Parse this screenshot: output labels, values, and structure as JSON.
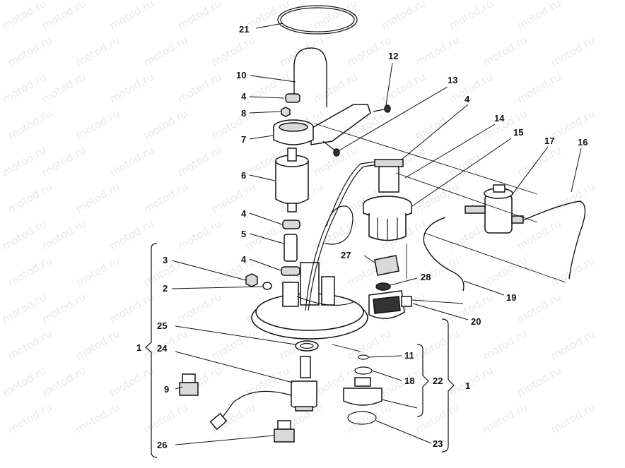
{
  "watermark": "motod.ru",
  "callouts": {
    "c1": "1",
    "c2": "2",
    "c3": "3",
    "c4": "4",
    "c5": "5",
    "c6": "6",
    "c7": "7",
    "c8": "8",
    "c9": "9",
    "c10": "10",
    "c11": "11",
    "c12": "12",
    "c13": "13",
    "c14": "14",
    "c15": "15",
    "c16": "16",
    "c17": "17",
    "c18": "18",
    "c19": "19",
    "c20": "20",
    "c21": "21",
    "c22": "22",
    "c23": "23",
    "c24": "24",
    "c25": "25",
    "c26": "26",
    "c27": "27",
    "c28": "28"
  }
}
